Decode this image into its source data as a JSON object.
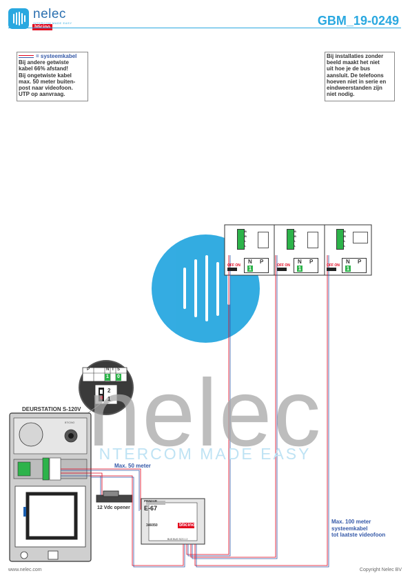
{
  "header": {
    "brand": "nelec",
    "brand_tagline": "INTERCOM MADE EASY",
    "brand_sub": "bticino",
    "doc_id": "GBM_19-0249"
  },
  "notes": {
    "left": {
      "legend_label": "= systeemkabel",
      "lines": [
        "Bij andere getwiste",
        "kabel 66% afstand!",
        "Bij ongetwiste kabel",
        "max. 50 meter buiten-",
        "post naar videofoon.",
        "UTP op aanvraag."
      ]
    },
    "right": {
      "lines": [
        "Bij installaties zonder",
        "beeld maakt het niet",
        "uit hoe je de bus",
        "aansluit. De telefoons",
        "hoeven niet in serie en",
        "eindweerstanden zijn",
        "niet nodig."
      ]
    }
  },
  "watermark": {
    "word": "nelec",
    "tagline": "NTERCOM MADE EASY"
  },
  "door_station": {
    "title": "DEURSTATION S-120V",
    "brand_plate": "BTICINO"
  },
  "dip_detail": {
    "headers": [
      "P",
      "N",
      "T",
      "S"
    ],
    "values": [
      "1",
      "0"
    ],
    "switch_labels": [
      "2",
      "1"
    ]
  },
  "labels": {
    "max50": "Max. 50 meter",
    "opener": "12 Vdc opener",
    "max100": [
      "Max. 100 meter",
      "systeemkabel",
      "tot laatste videofoon"
    ]
  },
  "power_supply": {
    "label_top": "PRIMAIR",
    "model": "E-67",
    "code": "346050",
    "brand": "bticino",
    "terminal_text": "BUS BUS SCS 1 2"
  },
  "monitors": [
    {
      "switch_label": "OFF ON",
      "np_headers": [
        "N",
        "P"
      ],
      "np_value": "1",
      "terminal_labels": [
        "B",
        "B",
        "L",
        "L"
      ]
    },
    {
      "switch_label": "OFF ON",
      "np_headers": [
        "N",
        "P"
      ],
      "np_value": "1",
      "terminal_labels": [
        "B",
        "B",
        "L",
        "L"
      ]
    },
    {
      "switch_label": "OFF ON",
      "np_headers": [
        "N",
        "P"
      ],
      "np_value": "1",
      "terminal_labels": [
        "B",
        "B",
        "L",
        "L"
      ]
    }
  ],
  "footer": {
    "left": "www.nelec.com",
    "right": "Copyright Nelec BV"
  },
  "colors": {
    "accent": "#29a8e0",
    "wire_red": "#e2001a",
    "wire_blue": "#3559a8",
    "green": "#2db34a"
  }
}
